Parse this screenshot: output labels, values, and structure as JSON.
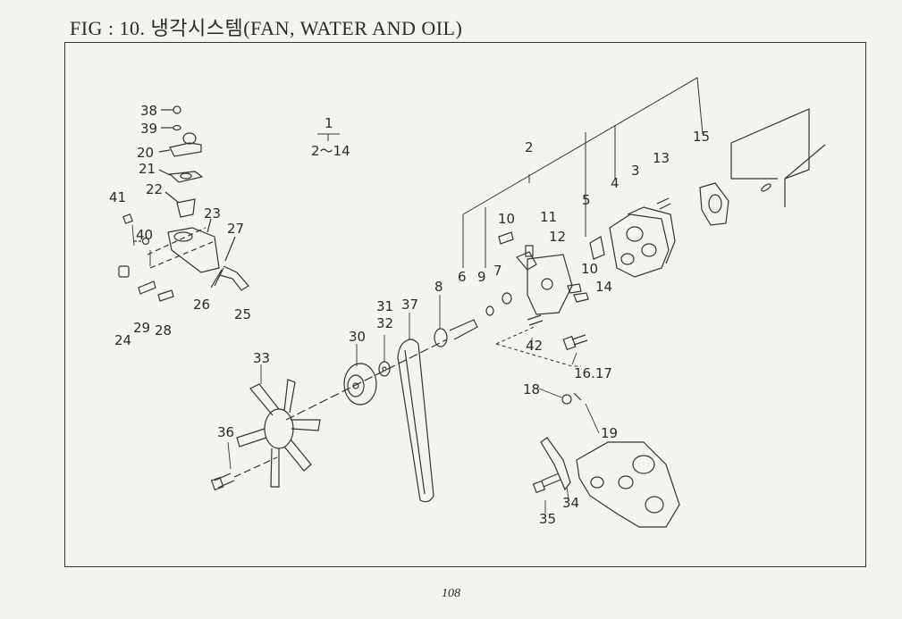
{
  "title": "FIG : 10. 냉각시스템(FAN, WATER AND OIL)",
  "page_number": "108",
  "callouts": [
    {
      "id": "c1",
      "text": "1"
    },
    {
      "id": "c2-14",
      "text": "2～14"
    },
    {
      "id": "c2",
      "text": "2"
    },
    {
      "id": "c3",
      "text": "3"
    },
    {
      "id": "c4",
      "text": "4"
    },
    {
      "id": "c5",
      "text": "5"
    },
    {
      "id": "c6",
      "text": "6"
    },
    {
      "id": "c7",
      "text": "7"
    },
    {
      "id": "c8",
      "text": "8"
    },
    {
      "id": "c9",
      "text": "9"
    },
    {
      "id": "c10a",
      "text": "10"
    },
    {
      "id": "c10b",
      "text": "10"
    },
    {
      "id": "c11",
      "text": "11"
    },
    {
      "id": "c12",
      "text": "12"
    },
    {
      "id": "c13",
      "text": "13"
    },
    {
      "id": "c14",
      "text": "14"
    },
    {
      "id": "c15",
      "text": "15"
    },
    {
      "id": "c16",
      "text": "16.17"
    },
    {
      "id": "c18",
      "text": "18"
    },
    {
      "id": "c19",
      "text": "19"
    },
    {
      "id": "c20",
      "text": "20"
    },
    {
      "id": "c21",
      "text": "21"
    },
    {
      "id": "c22",
      "text": "22"
    },
    {
      "id": "c23",
      "text": "23"
    },
    {
      "id": "c24",
      "text": "24"
    },
    {
      "id": "c25",
      "text": "25"
    },
    {
      "id": "c26",
      "text": "26"
    },
    {
      "id": "c27",
      "text": "27"
    },
    {
      "id": "c28",
      "text": "28"
    },
    {
      "id": "c29",
      "text": "29"
    },
    {
      "id": "c30",
      "text": "30"
    },
    {
      "id": "c31",
      "text": "31"
    },
    {
      "id": "c32",
      "text": "32"
    },
    {
      "id": "c33",
      "text": "33"
    },
    {
      "id": "c34",
      "text": "34"
    },
    {
      "id": "c35",
      "text": "35"
    },
    {
      "id": "c36",
      "text": "36"
    },
    {
      "id": "c37",
      "text": "37"
    },
    {
      "id": "c38",
      "text": "38"
    },
    {
      "id": "c39",
      "text": "39"
    },
    {
      "id": "c40",
      "text": "40"
    },
    {
      "id": "c41",
      "text": "41"
    },
    {
      "id": "c42",
      "text": "42"
    }
  ]
}
